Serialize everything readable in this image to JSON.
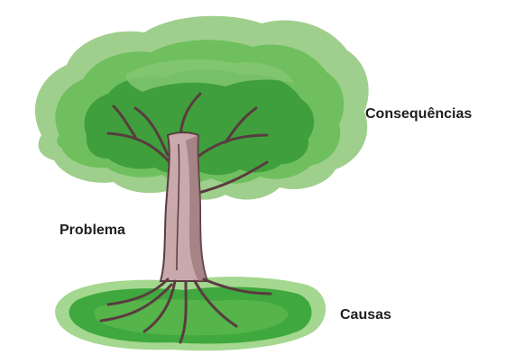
{
  "labels": {
    "consequences": "Consequências",
    "problem": "Problema",
    "causes": "Causas"
  },
  "colors": {
    "canopy_light": "#9fcf8c",
    "canopy_mid": "#6fbf5f",
    "canopy_dark": "#3f9f3d",
    "ground_light": "#a4d78f",
    "ground_dark": "#3fa83e",
    "trunk": "#c9a9ab",
    "trunk_shadow": "#8e6a6e",
    "outline": "#5a3b3f"
  },
  "icons": {
    "tree": "tree-illustration"
  }
}
